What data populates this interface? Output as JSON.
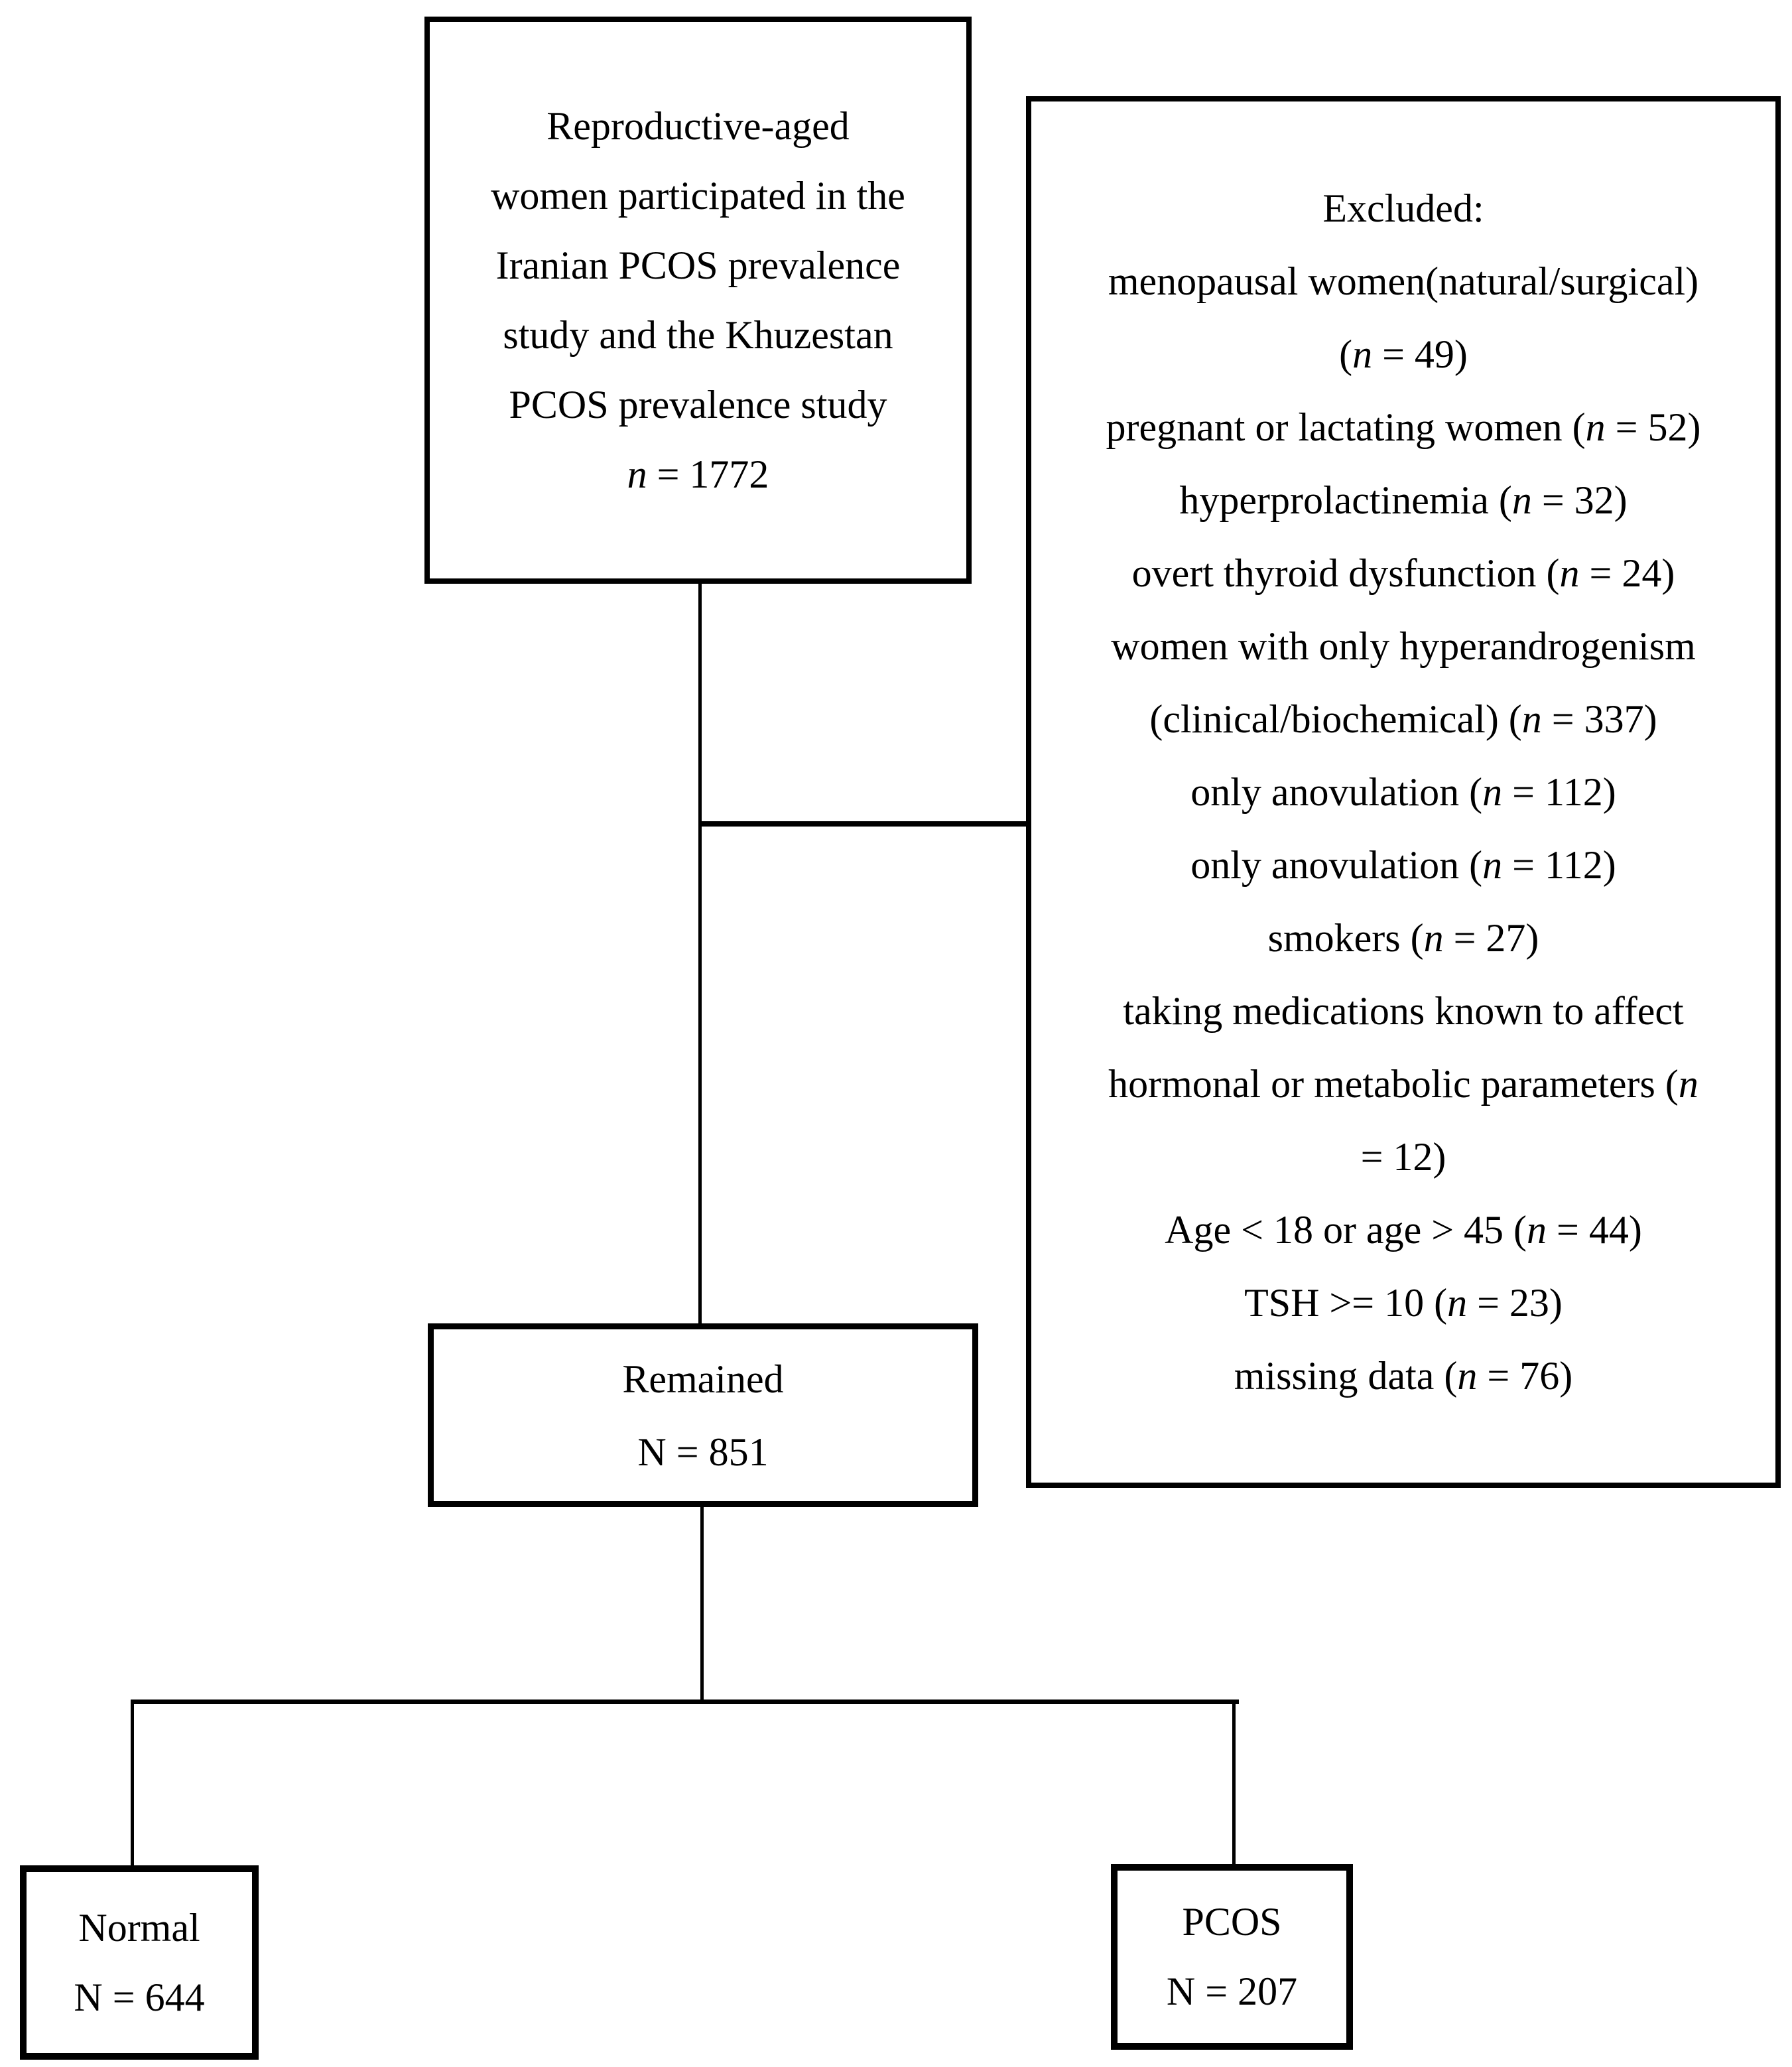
{
  "figure": {
    "type": "study-flow-diagram",
    "background_color": "#ffffff",
    "line_color": "#000000",
    "text_color": "#000000"
  },
  "boxes": {
    "source": {
      "lines": [
        "Reproductive-aged",
        "women participated in the",
        "Iranian PCOS prevalence",
        "study and the Khuzestan",
        "PCOS prevalence study",
        "*n* = 1772"
      ]
    },
    "excluded": {
      "lines": [
        "Excluded:",
        "menopausal women(natural/surgical)",
        "(*n* = 49)",
        "pregnant or lactating women (*n* = 52)",
        "hyperprolactinemia (*n* = 32)",
        "overt thyroid dysfunction (*n* = 24)",
        "women with only hyperandrogenism",
        "(clinical/biochemical) (*n* = 337)",
        "only anovulation (*n* = 112)",
        "only anovulation (*n* = 112)",
        "smokers (*n* = 27)",
        "taking medications known to affect",
        "hormonal or metabolic parameters (*n*",
        "= 12)",
        "Age < 18 or age > 45 (*n* = 44)",
        "TSH >= 10 (*n* = 23)",
        "missing data (*n* = 76)"
      ]
    },
    "remained": {
      "lines": [
        "Remained",
        "N = 851"
      ]
    },
    "normal": {
      "lines": [
        "Normal",
        "N = 644"
      ]
    },
    "pcos": {
      "lines": [
        "PCOS",
        "N = 207"
      ]
    }
  }
}
